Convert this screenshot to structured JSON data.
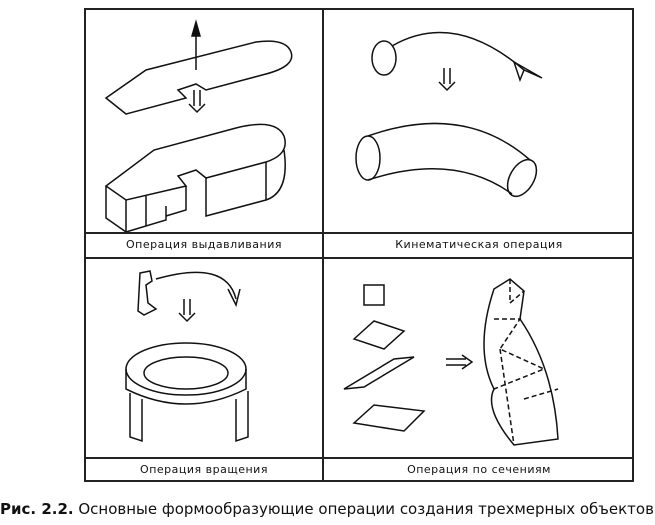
{
  "panels": [
    {
      "label": "Операция выдавливания"
    },
    {
      "label": "Кинематическая операция"
    },
    {
      "label": "Операция вращения"
    },
    {
      "label": "Операция  по сечениям"
    }
  ],
  "figure_caption": {
    "number": "Рис. 2.2.",
    "text": "Основные формообразующие операции создания трехмерных объектов"
  }
}
